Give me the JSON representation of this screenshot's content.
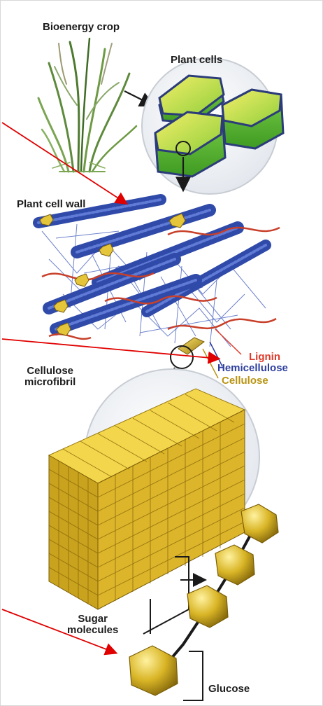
{
  "labels": {
    "bioenergy_crop": "Bioenergy crop",
    "plant_cells": "Plant cells",
    "plant_cell_wall": "Plant cell wall",
    "lignin": "Lignin",
    "hemicellulose": "Hemicellulose",
    "cellulose": "Cellulose",
    "cellulose_microfibril_line1": "Cellulose",
    "cellulose_microfibril_line2": "microfibril",
    "sugar_molecules_line1": "Sugar",
    "sugar_molecules_line2": "molecules",
    "glucose": "Glucose"
  },
  "colors": {
    "lignin": "#e03a2a",
    "hemicellulose": "#2e3f9e",
    "cellulose": "#b89412",
    "cell_wall_fiber": "#2f4aa8",
    "plant_cell_green": "#6cc23a",
    "sugar_gold": "#d9b526",
    "pointer_arrow": "#e00000",
    "leaf_green": "#5e8a3c"
  }
}
